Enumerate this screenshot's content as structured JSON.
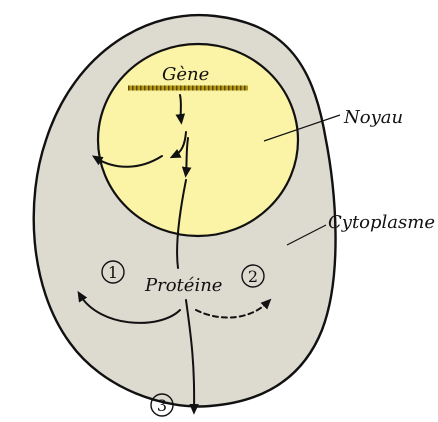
{
  "labels": {
    "gene": "Gène",
    "nucleus": "Noyau",
    "cytoplasm": "Cytoplasme",
    "protein": "Protéine"
  },
  "markers": {
    "one": "1",
    "two": "2",
    "three": "3"
  },
  "colors": {
    "cell": "#dddad0",
    "nucleus": "#fbf3a6",
    "outline": "#111111",
    "gene": "#b49a1a"
  }
}
